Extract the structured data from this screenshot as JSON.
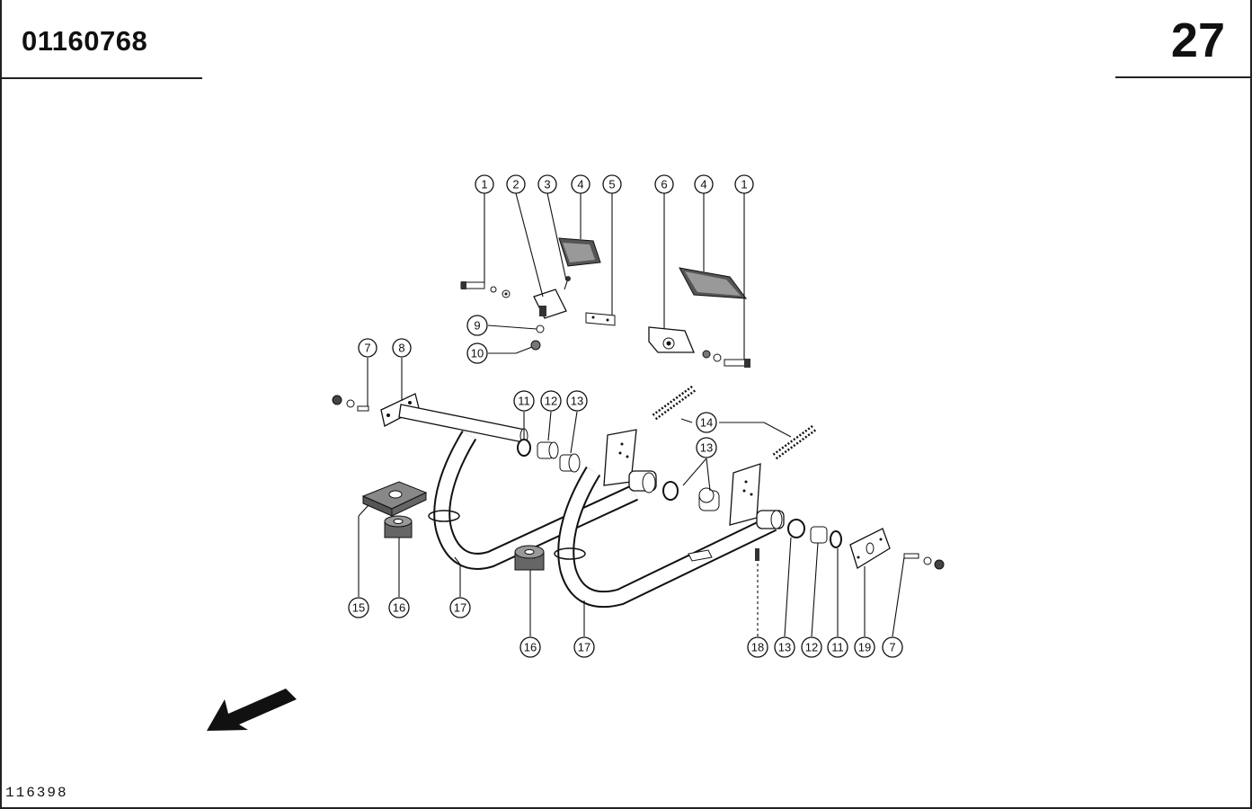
{
  "header": {
    "part_number": "01160768",
    "page_number": "27"
  },
  "footer": {
    "drawing_number": "116398"
  },
  "callouts": [
    "1",
    "2",
    "3",
    "4",
    "5",
    "6",
    "4",
    "1",
    "9",
    "10",
    "7",
    "8",
    "11",
    "12",
    "13",
    "14",
    "13",
    "15",
    "16",
    "17",
    "16",
    "17",
    "18",
    "13",
    "12",
    "11",
    "19",
    "7"
  ],
  "colors": {
    "ink": "#111111",
    "paper": "#ffffff"
  },
  "icons": [
    "direction-arrow-icon"
  ]
}
